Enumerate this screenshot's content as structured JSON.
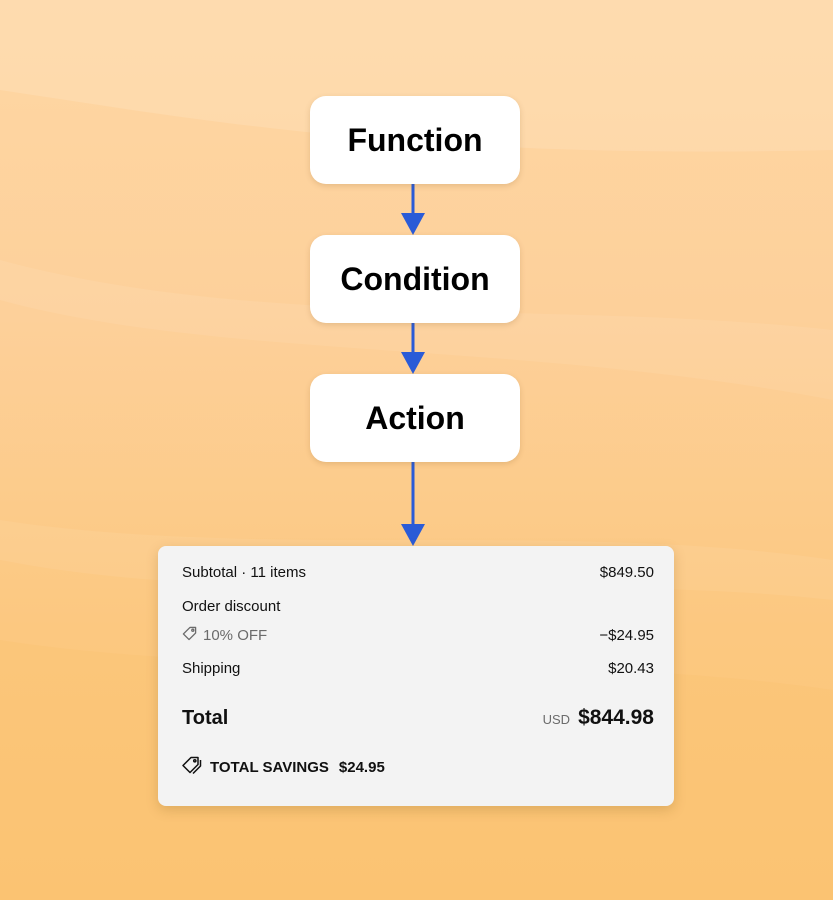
{
  "flow": {
    "nodes": [
      "Function",
      "Condition",
      "Action"
    ]
  },
  "colors": {
    "arrow": "#2a5bd7",
    "card_bg": "#f3f3f3"
  },
  "summary": {
    "subtotal_label": "Subtotal · 11 items",
    "subtotal_value": "$849.50",
    "discount_label": "Order discount",
    "discount_code": "10% OFF",
    "discount_value": "−$24.95",
    "shipping_label": "Shipping",
    "shipping_value": "$20.43",
    "total_label": "Total",
    "currency": "USD",
    "total_value": "$844.98",
    "savings_label": "TOTAL SAVINGS",
    "savings_value": "$24.95",
    "icons": {
      "discount": "tag-icon",
      "savings": "tags-icon"
    }
  }
}
